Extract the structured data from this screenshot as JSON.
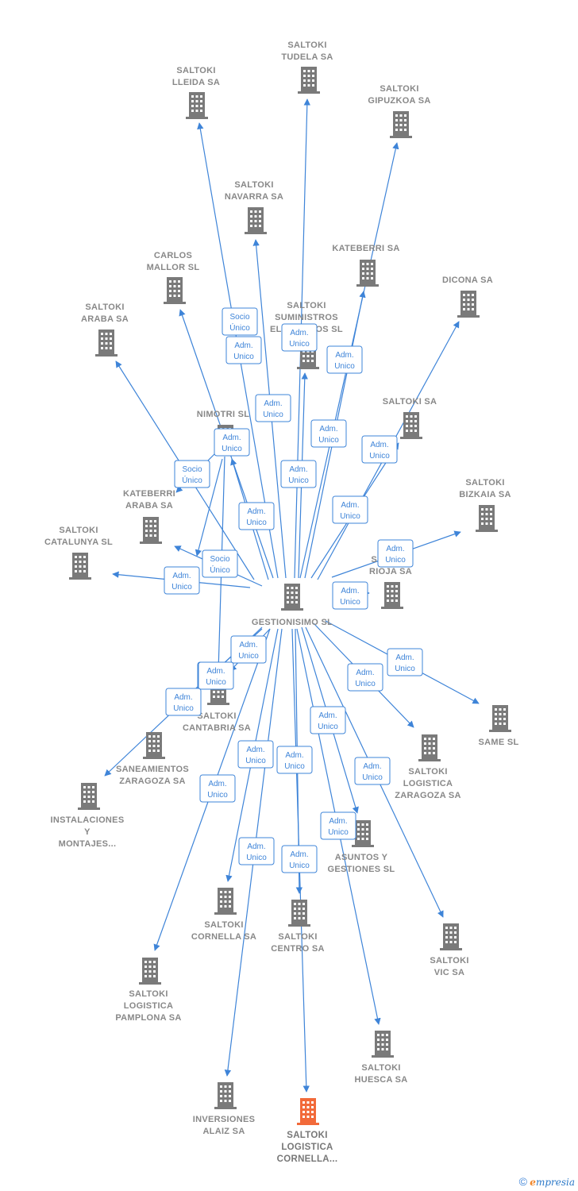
{
  "center": {
    "id": "gestionisimo",
    "lines": [
      "GESTIONISIMO SL"
    ]
  },
  "nodes": [
    {
      "id": "tudela",
      "lines": [
        "SALTOKI",
        "TUDELA SA"
      ]
    },
    {
      "id": "lleida",
      "lines": [
        "SALTOKI",
        "LLEIDA SA"
      ]
    },
    {
      "id": "gipuzkoa",
      "lines": [
        "SALTOKI",
        "GIPUZKOA SA"
      ]
    },
    {
      "id": "navarra",
      "lines": [
        "SALTOKI",
        "NAVARRA SA"
      ]
    },
    {
      "id": "kateberri",
      "lines": [
        "KATEBERRI SA"
      ]
    },
    {
      "id": "carlos",
      "lines": [
        "CARLOS",
        "MALLOR SL"
      ]
    },
    {
      "id": "dicona",
      "lines": [
        "DICONA SA"
      ]
    },
    {
      "id": "araba",
      "lines": [
        "SALTOKI",
        "ARABA SA"
      ]
    },
    {
      "id": "suministros",
      "lines": [
        "SALTOKI",
        "SUMINISTROS",
        "ELECTRICOS SL"
      ]
    },
    {
      "id": "nimotri",
      "lines": [
        "NIMOTRI SL"
      ]
    },
    {
      "id": "saltokisa",
      "lines": [
        "SALTOKI SA"
      ]
    },
    {
      "id": "bizkaia",
      "lines": [
        "SALTOKI",
        "BIZKAIA SA"
      ]
    },
    {
      "id": "kateberriaraba",
      "lines": [
        "KATEBERRI",
        "ARABA SA"
      ]
    },
    {
      "id": "catalunya",
      "lines": [
        "SALTOKI",
        "CATALUNYA SL"
      ]
    },
    {
      "id": "rioja",
      "lines": [
        "SALTOKI",
        "RIOJA SA"
      ]
    },
    {
      "id": "cantabria",
      "lines": [
        "SALTOKI",
        "CANTABRIA SA"
      ]
    },
    {
      "id": "same",
      "lines": [
        "SAME SL"
      ]
    },
    {
      "id": "saneamientos",
      "lines": [
        "SANEAMIENTOS",
        "ZARAGOZA SA"
      ]
    },
    {
      "id": "zaragoza",
      "lines": [
        "SALTOKI",
        "LOGISTICA",
        "ZARAGOZA SA"
      ]
    },
    {
      "id": "instalaciones",
      "lines": [
        "INSTALACIONES",
        "Y",
        "MONTAJES..."
      ]
    },
    {
      "id": "asuntos",
      "lines": [
        "ASUNTOS Y",
        "GESTIONES SL"
      ]
    },
    {
      "id": "cornella",
      "lines": [
        "SALTOKI",
        "CORNELLA SA"
      ]
    },
    {
      "id": "centro",
      "lines": [
        "SALTOKI",
        "CENTRO SA"
      ]
    },
    {
      "id": "vic",
      "lines": [
        "SALTOKI",
        "VIC SA"
      ]
    },
    {
      "id": "pamplona",
      "lines": [
        "SALTOKI",
        "LOGISTICA",
        "PAMPLONA SA"
      ]
    },
    {
      "id": "huesca",
      "lines": [
        "SALTOKI",
        "HUESCA SA"
      ]
    },
    {
      "id": "inversiones",
      "lines": [
        "INVERSIONES",
        "ALAIZ SA"
      ]
    },
    {
      "id": "logcornella",
      "lines": [
        "SALTOKI",
        "LOGISTICA",
        "CORNELLA..."
      ]
    }
  ],
  "edges": [
    {
      "to": "tudela",
      "label": [
        "Adm.",
        "Unico"
      ]
    },
    {
      "to": "lleida",
      "label": [
        "Socio",
        "Único"
      ]
    },
    {
      "to": "gipuzkoa",
      "label": [
        "Adm.",
        "Unico"
      ]
    },
    {
      "to": "navarra",
      "label": [
        "Adm.",
        "Unico"
      ]
    },
    {
      "to": "kateberri",
      "label": [
        "Adm.",
        "Unico"
      ]
    },
    {
      "to": "carlos",
      "label": [
        "Adm.",
        "Unico"
      ]
    },
    {
      "to": "dicona",
      "label": [
        "Adm.",
        "Unico"
      ]
    },
    {
      "to": "araba",
      "label": [
        "Socio",
        "Único"
      ]
    },
    {
      "to": "suministros",
      "label": [
        "Adm.",
        "Unico"
      ]
    },
    {
      "to": "nimotri",
      "label": [
        "Adm.",
        "Unico"
      ]
    },
    {
      "to": "saltokisa",
      "label": [
        "Adm.",
        "Unico"
      ]
    },
    {
      "to": "bizkaia",
      "label": [
        "Adm.",
        "Unico"
      ]
    },
    {
      "to": "kateberriaraba",
      "label": [
        "Adm.",
        "Unico"
      ]
    },
    {
      "to": "catalunya",
      "label": [
        "Adm.",
        "Unico"
      ]
    },
    {
      "to": "rioja",
      "label": [
        "Adm.",
        "Unico"
      ]
    },
    {
      "to": "cantabria",
      "label": [
        "Adm.",
        "Unico"
      ]
    },
    {
      "to": "same",
      "label": [
        "Adm.",
        "Unico"
      ]
    },
    {
      "to": "saneamientos",
      "label": [
        "Adm.",
        "Unico"
      ]
    },
    {
      "to": "zaragoza",
      "label": [
        "Adm.",
        "Unico"
      ]
    },
    {
      "to": "instalaciones",
      "label": [
        "Adm.",
        "Unico"
      ]
    },
    {
      "to": "asuntos",
      "label": [
        "Adm.",
        "Unico"
      ]
    },
    {
      "to": "cornella",
      "label": [
        "Adm.",
        "Unico"
      ]
    },
    {
      "to": "centro",
      "label": [
        "Adm.",
        "Unico"
      ]
    },
    {
      "to": "vic",
      "label": [
        "Adm.",
        "Unico"
      ]
    },
    {
      "to": "pamplona",
      "label": [
        "Adm.",
        "Unico"
      ]
    },
    {
      "to": "huesca",
      "label": [
        "Adm.",
        "Unico"
      ]
    },
    {
      "to": "inversiones",
      "label": [
        "Adm.",
        "Unico"
      ]
    },
    {
      "to": "logcornella",
      "label": [
        "Adm.",
        "Unico"
      ]
    },
    {
      "to": "nimotri-cantabria",
      "label": [
        "Adm.",
        "Unico"
      ]
    },
    {
      "to": "nimotri-catalunya",
      "label": [
        "Socio",
        "Único"
      ]
    },
    {
      "to": "nimotri-kateberriaraba",
      "label": [
        "Socio",
        "Único"
      ]
    }
  ],
  "colors": {
    "edge": "#3e84d8",
    "building": "#7a7a7a",
    "highlight": "#f26a3a"
  },
  "footer": {
    "copyright": "©",
    "brand_e": "e",
    "brand_rest": "mpresia"
  }
}
